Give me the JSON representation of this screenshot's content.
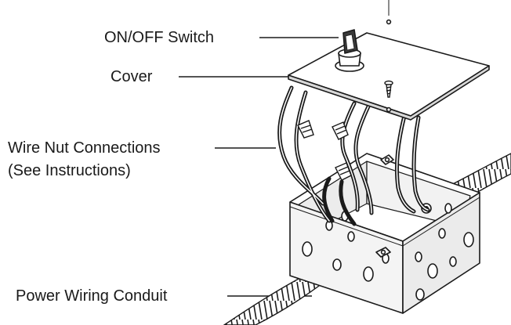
{
  "labels": {
    "switch": "ON/OFF Switch",
    "cover": "Cover",
    "wire_nut_line1": "Wire Nut Connections",
    "wire_nut_line2": "(See Instructions)",
    "conduit": "Power Wiring Conduit"
  },
  "colors": {
    "line": "#1a1a1a",
    "box_fill": "#f4f4f4",
    "background": "#ffffff"
  }
}
